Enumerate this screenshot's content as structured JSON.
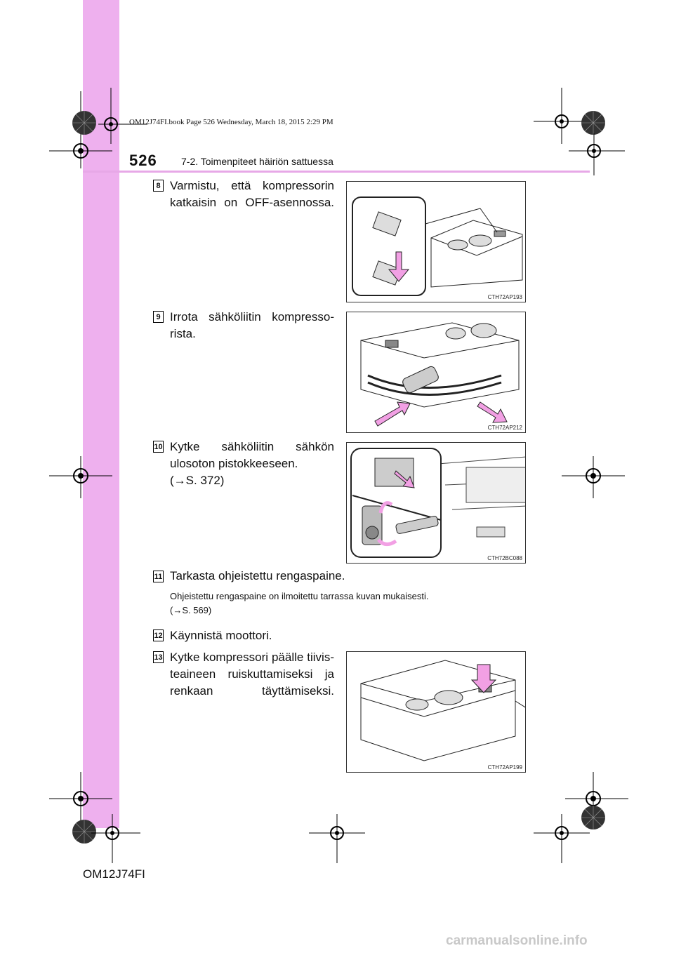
{
  "header": {
    "page_number": "526",
    "chapter": "7-2. Toimenpiteet häiriön sattuessa",
    "file_stamp": "OM12J74FI.book  Page 526  Wednesday, March 18, 2015  2:29 PM"
  },
  "footer": {
    "model_code": "OM12J74FI",
    "watermark": "carmanualsonline.info"
  },
  "steps": [
    {
      "number": "8",
      "text": "Varmistu, että kompressorin katkaisin on OFF-asennossa.",
      "figure": "CTH72AP193"
    },
    {
      "number": "9",
      "text": "Irrota sähköliitin kompresso-rista.",
      "figure": "CTH72AP212"
    },
    {
      "number": "10",
      "text_line1": "Kytke sähköliitin sähkön",
      "text_line2": "ulosoton pistokkeeseen.",
      "ref": "(→S. 372)",
      "figure": "CTH72BC088"
    },
    {
      "number": "11",
      "text": "Tarkasta ohjeistettu rengaspaine.",
      "note": "Ohjeistettu rengaspaine on ilmoitettu tarrassa kuvan mukaisesti.",
      "note_ref": "(→S. 569)"
    },
    {
      "number": "12",
      "text": "Käynnistä moottori."
    },
    {
      "number": "13",
      "text": "Kytke kompressori päälle tiivis-teaineen ruiskuttamiseksi ja renkaan täyttämiseksi.",
      "figure": "CTH72AP199"
    }
  ],
  "colors": {
    "accent": "#eeb0ee",
    "arrow": "#f2a0e4"
  }
}
